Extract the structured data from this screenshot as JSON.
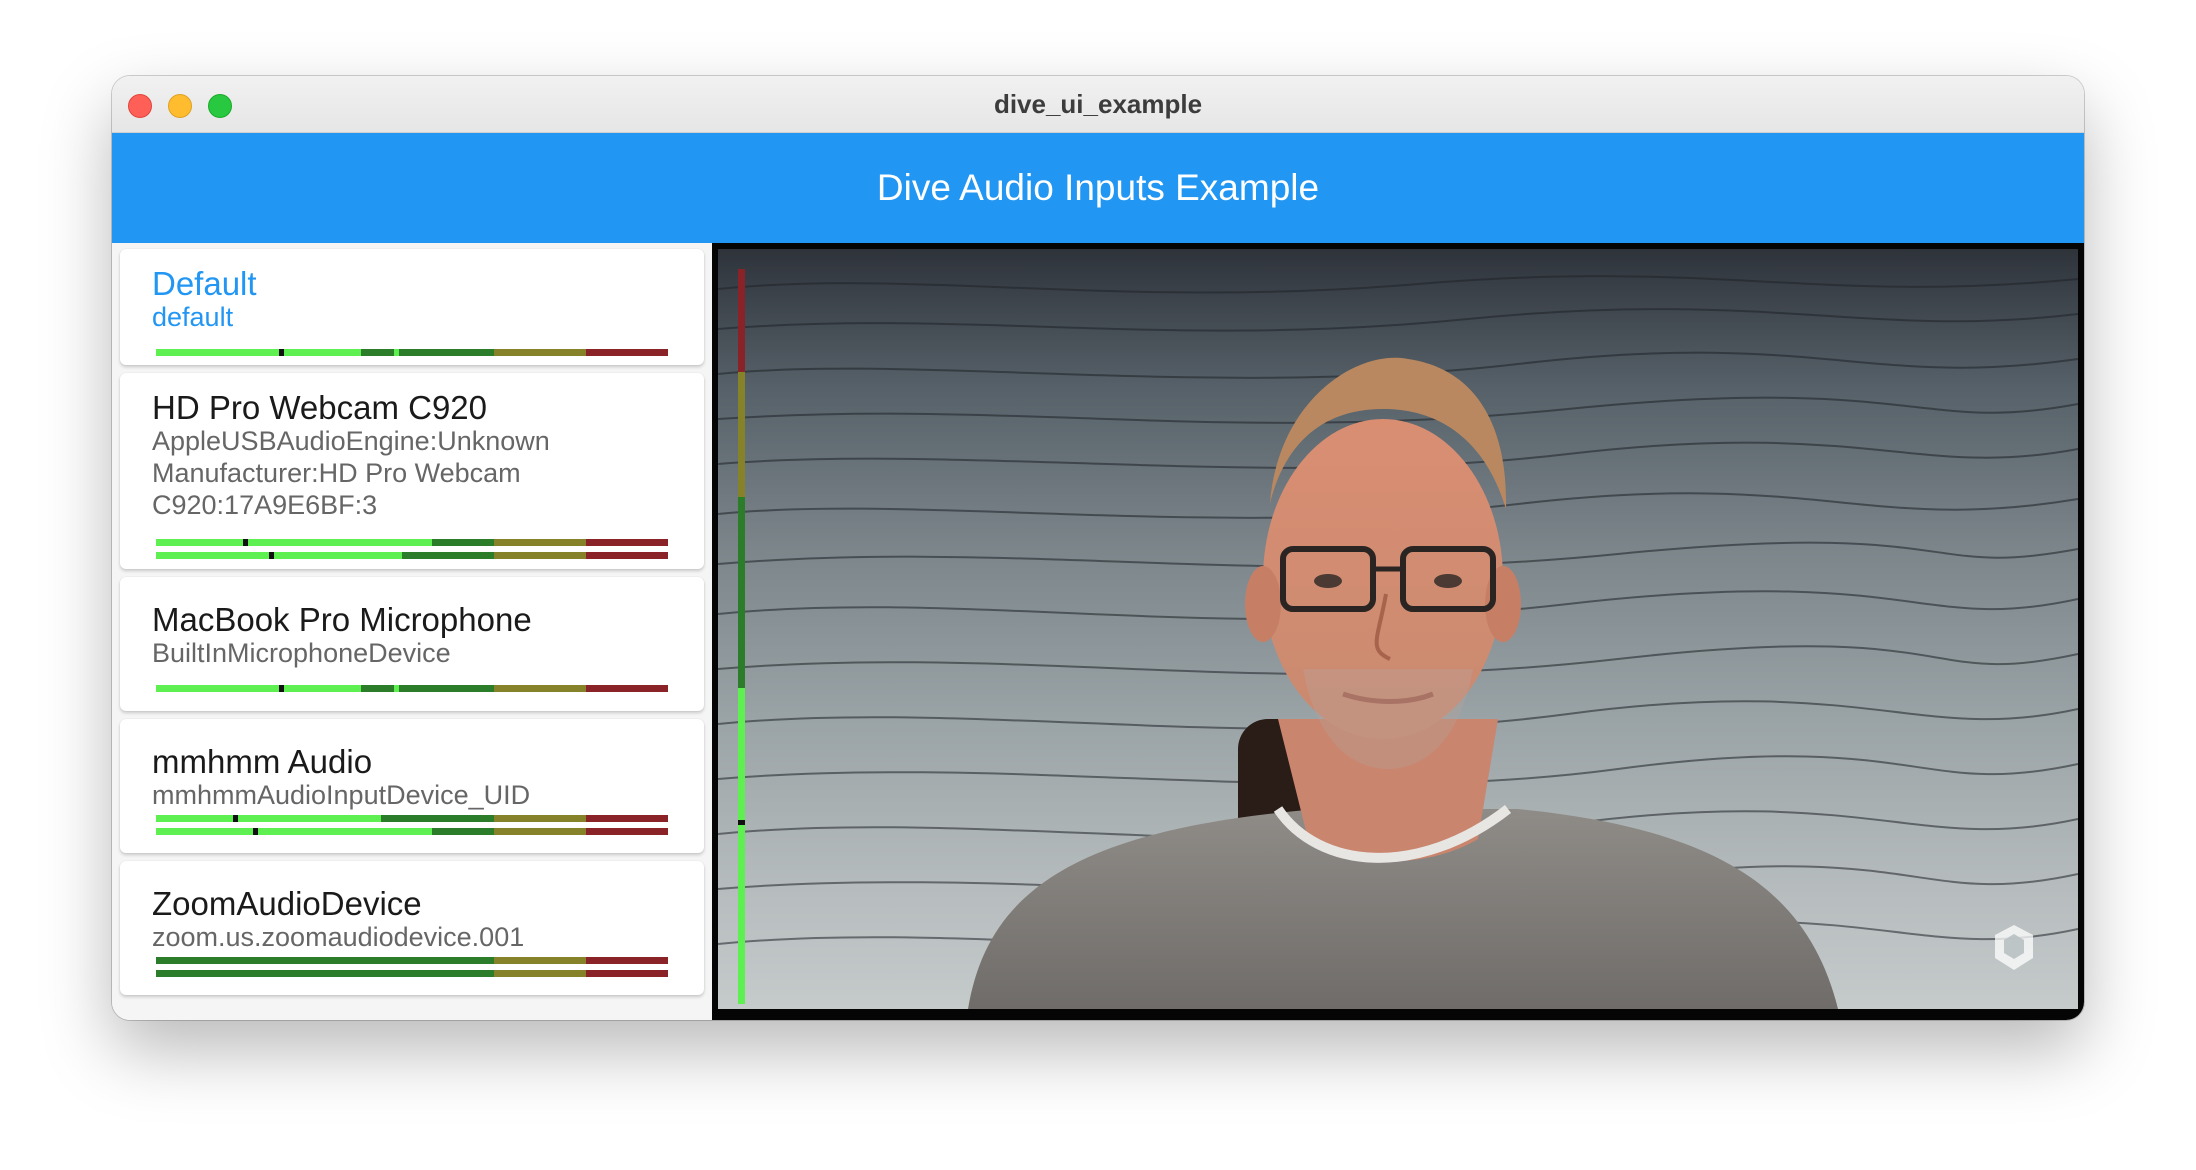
{
  "window": {
    "title": "dive_ui_example"
  },
  "appbar": {
    "title": "Dive Audio Inputs Example"
  },
  "devices": [
    {
      "name": "Default",
      "uid": "default",
      "selected": true,
      "meters": [
        {
          "level": 0.4,
          "peak": 0.24,
          "peak2": 0.465
        }
      ]
    },
    {
      "name": "HD Pro Webcam C920",
      "uid": "AppleUSBAudioEngine:Unknown Manufacturer:HD Pro Webcam C920:17A9E6BF:3",
      "selected": false,
      "meters": [
        {
          "level": 0.53,
          "peak": 0.17,
          "peak2": 0.53
        },
        {
          "level": 0.47,
          "peak": 0.22,
          "peak2": 0.47
        }
      ]
    },
    {
      "name": "MacBook Pro Microphone",
      "uid": "BuiltInMicrophoneDevice",
      "selected": false,
      "meters": [
        {
          "level": 0.4,
          "peak": 0.24,
          "peak2": 0.465
        }
      ]
    },
    {
      "name": "mmhmm Audio",
      "uid": "mmhmmAudioInputDevice_UID",
      "selected": false,
      "meters": [
        {
          "level": 0.43,
          "peak": 0.15,
          "peak2": 0.43
        },
        {
          "level": 0.53,
          "peak": 0.19,
          "peak2": 0.53
        }
      ]
    },
    {
      "name": "ZoomAudioDevice",
      "uid": "zoom.us.zoomaudiodevice.001",
      "selected": false,
      "meters": [
        {
          "level": 0.0
        },
        {
          "level": 0.0
        }
      ]
    }
  ],
  "video": {
    "input_meter_level": 0.43,
    "input_meter_peak": 0.25,
    "watermark": "mmhmm-logo-icon"
  },
  "colors": {
    "accent": "#2196f3",
    "meter_green": "#5ef050",
    "meter_dark_green": "#2c7d2a",
    "meter_yellow": "#86822a",
    "meter_red": "#8a2328"
  }
}
